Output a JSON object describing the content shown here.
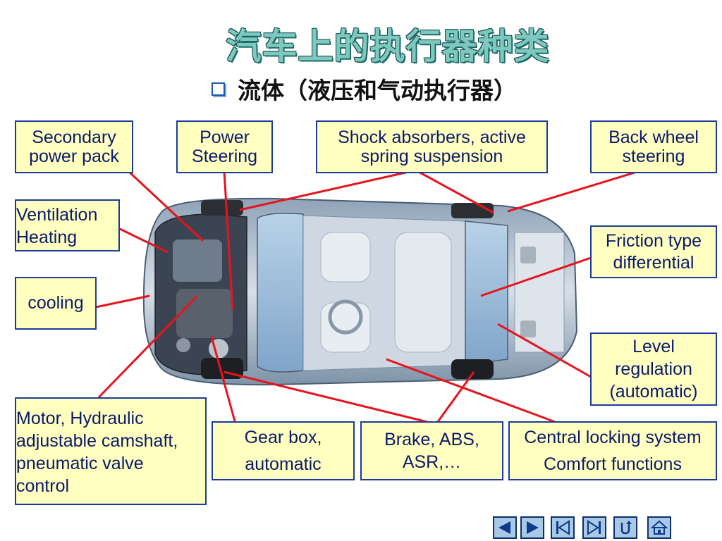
{
  "slide": {
    "title": "汽车上的执行器种类",
    "subtitle": "流体（液压和气动执行器）"
  },
  "labels": {
    "secondary_power_pack": [
      "Secondary",
      "power pack"
    ],
    "power_steering": [
      "Power",
      "Steering"
    ],
    "shock_absorbers": [
      "Shock absorbers, active",
      "spring suspension"
    ],
    "back_wheel_steering": [
      "Back wheel",
      "steering"
    ],
    "ventilation_heating": [
      "Ventilation",
      "Heating"
    ],
    "cooling": "cooling",
    "friction_differential": [
      "Friction type",
      "differential"
    ],
    "level_regulation": [
      "Level",
      "regulation",
      "(automatic)"
    ],
    "motor_hydraulic": [
      "Motor, Hydraulic",
      "adjustable camshaft,",
      "pneumatic valve",
      "control"
    ],
    "gear_box": [
      "Gear box,",
      "automatic"
    ],
    "brake_abs": [
      "Brake, ABS,",
      "ASR,…"
    ],
    "central_locking": [
      "Central locking system",
      "Comfort functions"
    ]
  },
  "colors": {
    "box_fill": "#ffffc0",
    "box_border": "#1c3c9c",
    "box_text": "#0a1a6b",
    "leader_line": "#e8141c"
  },
  "nav_icons": [
    "prev-icon",
    "next-icon",
    "first-icon",
    "last-icon",
    "return-icon",
    "home-icon"
  ]
}
